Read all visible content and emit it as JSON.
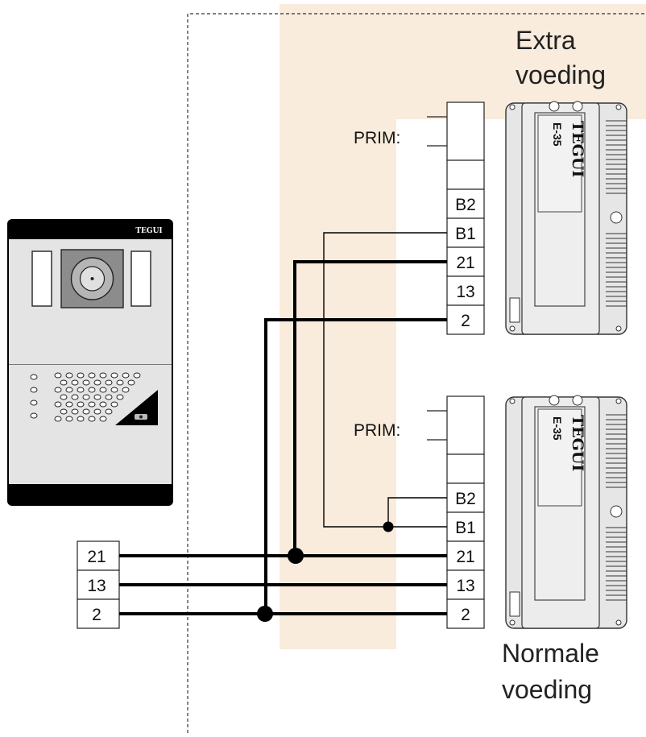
{
  "labels": {
    "extra_line1": "Extra",
    "extra_line2": "voeding",
    "normal_line1": "Normale",
    "normal_line2": "voeding",
    "prim_top": "PRIM:",
    "prim_bottom": "PRIM:"
  },
  "top_terminals": [
    "B2",
    "B1",
    "21",
    "13",
    "2"
  ],
  "bottom_terminals": [
    "B2",
    "B1",
    "21",
    "13",
    "2"
  ],
  "panel_terminals": [
    "21",
    "13",
    "2"
  ],
  "psu": {
    "brand": "TEGUI",
    "model": "E-35"
  },
  "doorpanel": {
    "brand": "TEGUI"
  },
  "colors": {
    "highlight": "#f9ecdc",
    "wire": "#000000",
    "device_gray": "#e6e6e6",
    "panel_dark": "#000000"
  }
}
